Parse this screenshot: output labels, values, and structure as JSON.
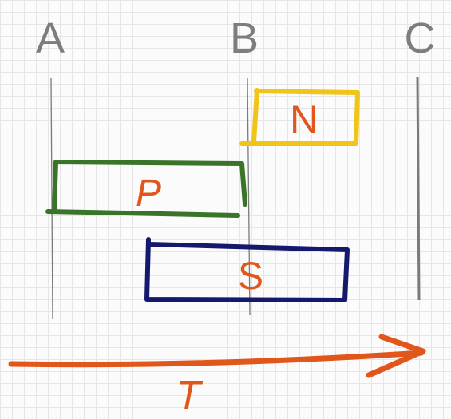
{
  "labels": {
    "a": "A",
    "b": "B",
    "c": "C",
    "n": "N",
    "p": "P",
    "s": "S",
    "t": "T"
  },
  "colors": {
    "line": "#7a7a7a",
    "label": "#7d7d7d",
    "n_box": "#f0c419",
    "p_box": "#3a7428",
    "s_box": "#14196e",
    "accent": "#e0561b"
  }
}
